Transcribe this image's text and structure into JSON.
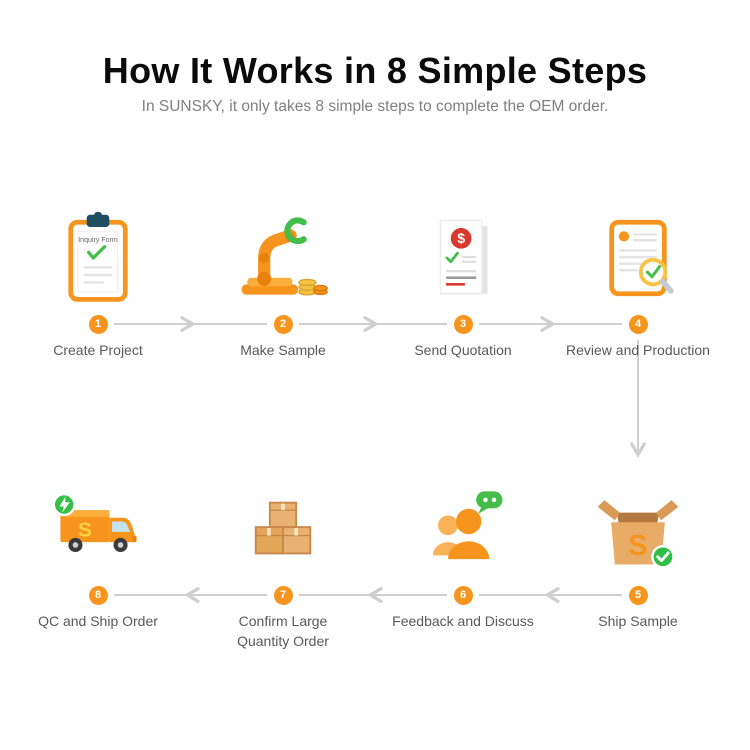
{
  "header": {
    "title": "How It Works in 8 Simple Steps",
    "subtitle": "In SUNSKY, it only takes 8 simple steps to complete the OEM order."
  },
  "steps": [
    {
      "number": "1",
      "label": "Create Project",
      "icon": "clipboard-icon"
    },
    {
      "number": "2",
      "label": "Make Sample",
      "icon": "robot-arm-icon"
    },
    {
      "number": "3",
      "label": "Send Quotation",
      "icon": "quotation-document-icon"
    },
    {
      "number": "4",
      "label": "Review and Production",
      "icon": "document-magnifier-icon"
    },
    {
      "number": "5",
      "label": "Ship Sample",
      "icon": "open-box-icon"
    },
    {
      "number": "6",
      "label": "Feedback and Discuss",
      "icon": "people-chat-icon"
    },
    {
      "number": "7",
      "label": "Confirm Large Quantity Order",
      "icon": "stacked-boxes-icon"
    },
    {
      "number": "8",
      "label": "QC and Ship Order",
      "icon": "delivery-truck-icon"
    }
  ],
  "icon_texts": {
    "clipboard_form_title": "Inquiry Form",
    "quotation_currency": "$",
    "box_brand_letter": "S",
    "truck_brand_letter": "S"
  },
  "colors": {
    "accent_orange": "#F7941E",
    "success_green": "#45BE49",
    "arrow_gray": "#CFCFCF",
    "subtitle_gray": "#7F7F7F",
    "label_gray": "#595959",
    "cardboard_tan": "#E8AC66",
    "alert_red": "#D8382E"
  }
}
